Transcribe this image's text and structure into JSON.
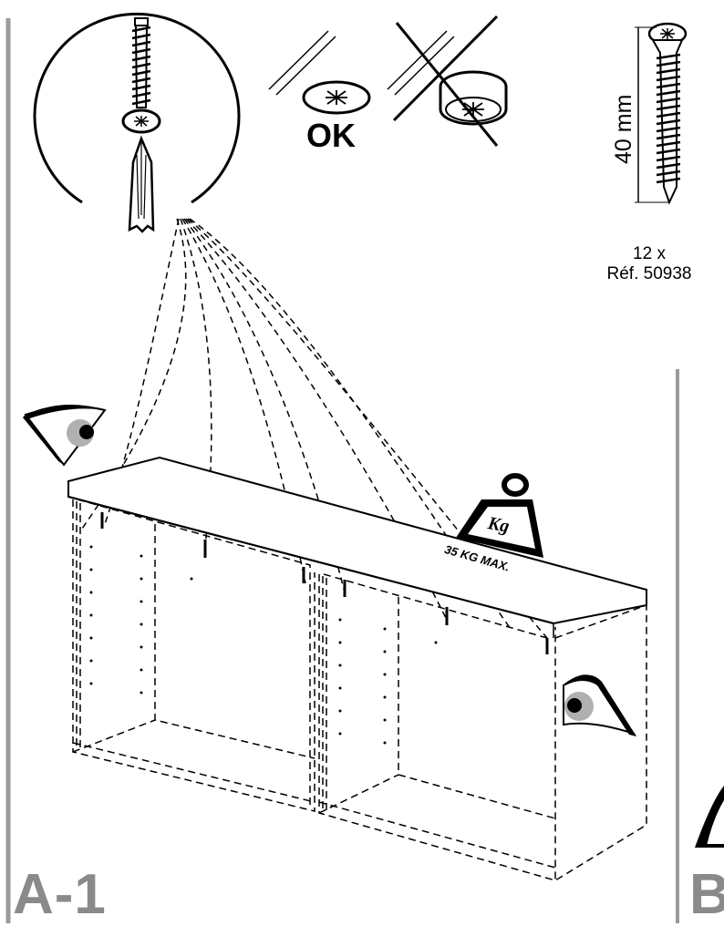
{
  "screw_spec": {
    "length_label": "40 mm",
    "quantity": "12 x",
    "reference": "Réf. 50938"
  },
  "head_check": {
    "ok_label": "OK"
  },
  "weight": {
    "symbol": "Kg",
    "limit_label": "35 KG MAX."
  },
  "steps": {
    "current": "A-1",
    "next": "B"
  },
  "icons": [
    "screw-icon",
    "screwdriver-icon",
    "flush-screw-head-icon",
    "raised-screw-head-icon",
    "eye-icon",
    "weight-icon"
  ],
  "colors": {
    "line": "#000000",
    "frame": "#9a9a9a",
    "step_label": "#8a8a8a",
    "iris": "#b0b0b0"
  }
}
